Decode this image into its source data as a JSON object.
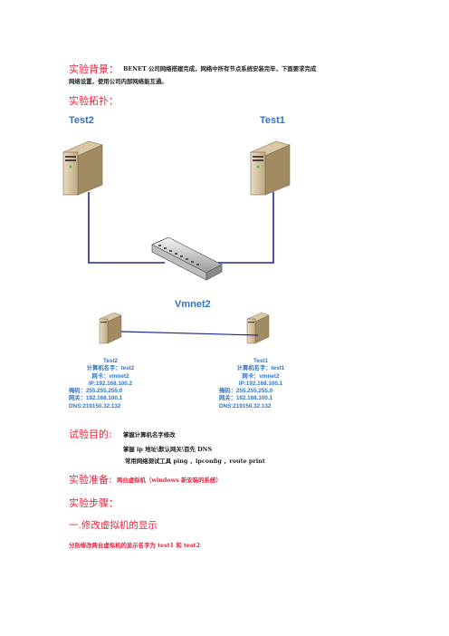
{
  "background": {
    "label": "实验背景：",
    "text_line1": "BENET 公司网络搭建完成，网络中所有节点系统安装完毕，下面要求完成",
    "text_line2": "网络设置，使用公司内部网络能互通。"
  },
  "topology_label": "实验拓扑：",
  "diagram_top": {
    "left_host": "Test2",
    "right_host": "Test1",
    "switch_label": "Vmnet2"
  },
  "diagram_bottom": {
    "left": {
      "name": "Test2",
      "lines": [
        "计算机名字：test2",
        "网卡：vmnet2",
        "IP:192.168.100.2",
        "掩码：255.255.255.0",
        "网关：192.168.100.1",
        "DNS:219150.32.132"
      ]
    },
    "right": {
      "name": "Test1",
      "lines": [
        "计算机名字：test1",
        "网卡：vmnet2",
        "IP:192.168.100.1",
        "掩码：255.255.255.0",
        "网关：192.168.100.1",
        "DNS:219150.32.132"
      ]
    }
  },
  "goal": {
    "label": "试验目的:",
    "items": [
      "掌握计算机名字修改",
      "掌握 ip 地址\\默认网关\\首先 DNS",
      "常用网络测试工具 ping ，ipconfig ，route print"
    ]
  },
  "prep": {
    "label": "实验准备:",
    "text": "两台虚拟机（windows 新安装的系统）"
  },
  "steps_label": "实验步骤：",
  "step1_title": "一.修改虚拟机的显示",
  "step1_text": "分别修改两台虚拟机的显示名字为 test1 和 test2",
  "colors": {
    "accent": "#e8223c",
    "diagram_blue": "#2f74c7",
    "line_navy": "#1f2a8c"
  }
}
